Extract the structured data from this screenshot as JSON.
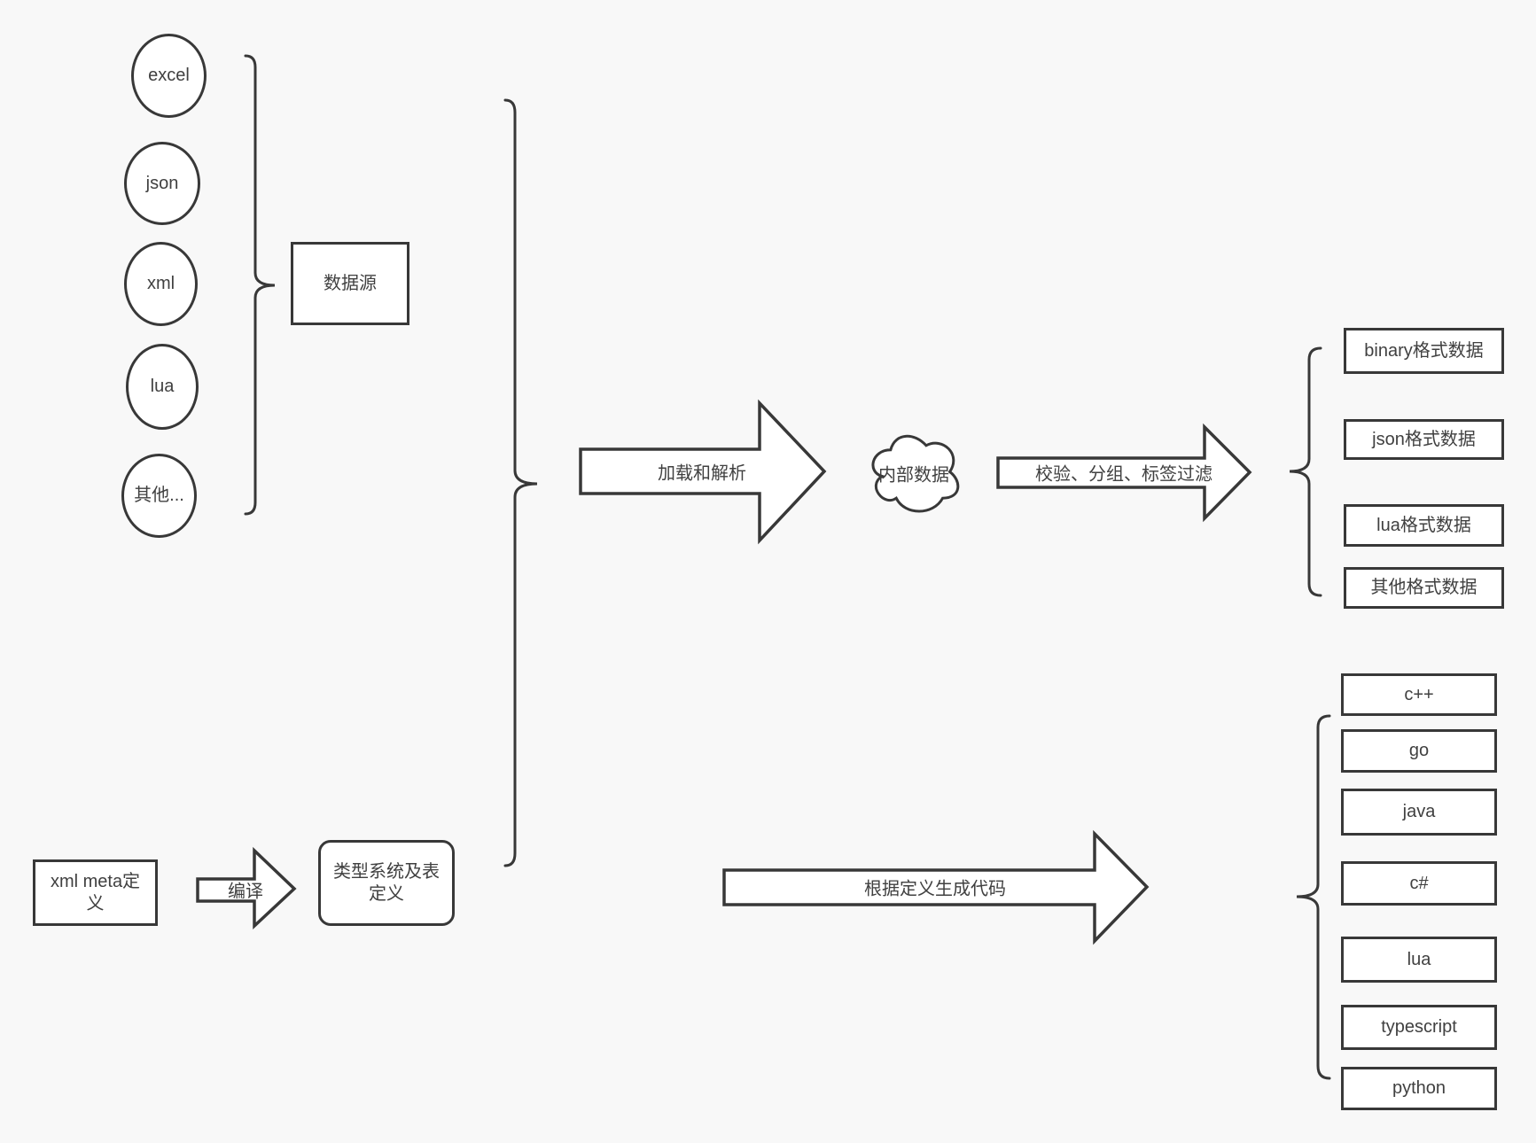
{
  "colors": {
    "background": "#f8f8f8",
    "stroke": "#383838",
    "text": "#404040",
    "node_fill": "#ffffff"
  },
  "data_sources": {
    "label": "数据源",
    "items": [
      "excel",
      "json",
      "xml",
      "lua",
      "其他..."
    ]
  },
  "pipeline": {
    "load_parse_label": "加载和解析",
    "internal_data_label": "内部数据",
    "filter_label": "校验、分组、标签过滤",
    "generate_label": "根据定义生成代码"
  },
  "definitions": {
    "xml_meta_label": "xml meta定义",
    "compile_label": "编译",
    "type_system_label": "类型系统及表定义"
  },
  "output_formats": [
    "binary格式数据",
    "json格式数据",
    "lua格式数据",
    "其他格式数据"
  ],
  "languages": [
    "c++",
    "go",
    "java",
    "c#",
    "lua",
    "typescript",
    "python"
  ]
}
